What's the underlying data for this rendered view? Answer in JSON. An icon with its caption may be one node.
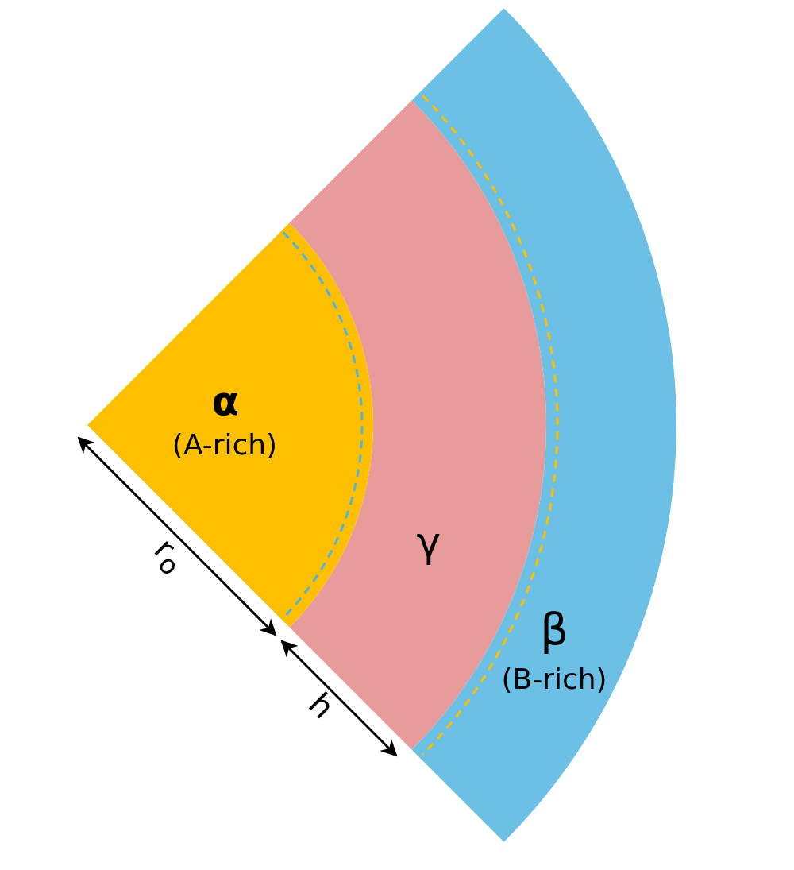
{
  "diagram": {
    "nodes": [
      {
        "text": [
          "α",
          "(A-rich)"
        ]
      },
      {
        "text": [
          "γ"
        ]
      },
      {
        "text": [
          "β",
          "(B-rich)"
        ]
      }
    ],
    "labels": [
      "r$_{o}$",
      "h"
    ]
  }
}
